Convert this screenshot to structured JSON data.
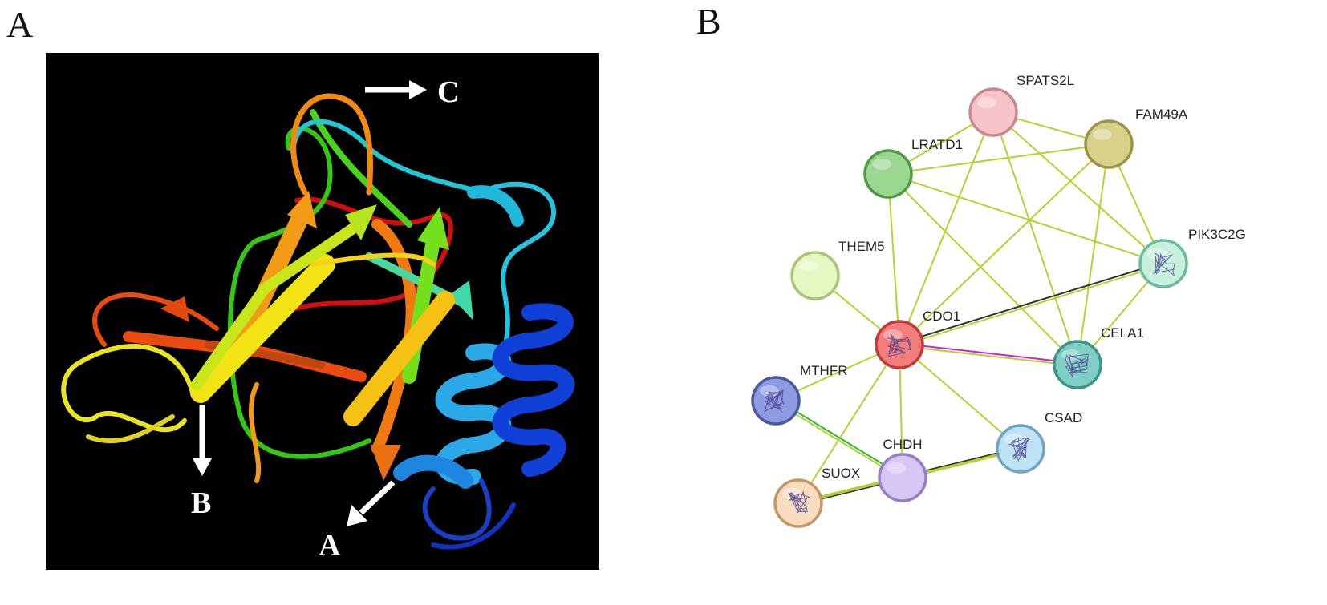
{
  "panels": {
    "a_label": "A",
    "b_label": "B"
  },
  "structure": {
    "arrows": {
      "a": "A",
      "b": "B",
      "c": "C"
    }
  },
  "network": {
    "nodes": [
      {
        "id": "SPATS2L",
        "label": "SPATS2L",
        "fill": "#f7c5c9",
        "stroke": "#c98790",
        "structure": false
      },
      {
        "id": "FAM49A",
        "label": "FAM49A",
        "fill": "#d9d18a",
        "stroke": "#9c9446",
        "structure": false
      },
      {
        "id": "LRATD1",
        "label": "LRATD1",
        "fill": "#9ad88f",
        "stroke": "#4f9a45",
        "structure": false
      },
      {
        "id": "PIK3C2G",
        "label": "PIK3C2G",
        "fill": "#c6f1dc",
        "stroke": "#6dbb98",
        "structure": true
      },
      {
        "id": "THEM5",
        "label": "THEM5",
        "fill": "#e6f7c2",
        "stroke": "#a8c47a",
        "structure": false
      },
      {
        "id": "CDO1",
        "label": "CDO1",
        "fill": "#f27d7d",
        "stroke": "#c43a3a",
        "structure": true
      },
      {
        "id": "CELA1",
        "label": "CELA1",
        "fill": "#7fcfc4",
        "stroke": "#3d958a",
        "structure": true
      },
      {
        "id": "MTHFR",
        "label": "MTHFR",
        "fill": "#8e9be0",
        "stroke": "#4b59a3",
        "structure": true
      },
      {
        "id": "CSAD",
        "label": "CSAD",
        "fill": "#bfe3f5",
        "stroke": "#6ea6c4",
        "structure": true
      },
      {
        "id": "CHDH",
        "label": "CHDH",
        "fill": "#d8c6f6",
        "stroke": "#9381c4",
        "structure": false
      },
      {
        "id": "SUOX",
        "label": "SUOX",
        "fill": "#f7dcbf",
        "stroke": "#c49765",
        "structure": true
      }
    ],
    "edges": [
      {
        "from": "SPATS2L",
        "to": "LRATD1",
        "colors": [
          "#b3d332"
        ]
      },
      {
        "from": "SPATS2L",
        "to": "FAM49A",
        "colors": [
          "#b3d332"
        ]
      },
      {
        "from": "SPATS2L",
        "to": "PIK3C2G",
        "colors": [
          "#b3d332"
        ]
      },
      {
        "from": "SPATS2L",
        "to": "CELA1",
        "colors": [
          "#b3d332"
        ]
      },
      {
        "from": "SPATS2L",
        "to": "CDO1",
        "colors": [
          "#b3d332"
        ]
      },
      {
        "from": "FAM49A",
        "to": "LRATD1",
        "colors": [
          "#b3d332"
        ]
      },
      {
        "from": "FAM49A",
        "to": "PIK3C2G",
        "colors": [
          "#b3d332"
        ]
      },
      {
        "from": "FAM49A",
        "to": "CELA1",
        "colors": [
          "#b3d332"
        ]
      },
      {
        "from": "FAM49A",
        "to": "CDO1",
        "colors": [
          "#b3d332"
        ]
      },
      {
        "from": "LRATD1",
        "to": "PIK3C2G",
        "colors": [
          "#b3d332"
        ]
      },
      {
        "from": "LRATD1",
        "to": "CELA1",
        "colors": [
          "#b3d332"
        ]
      },
      {
        "from": "LRATD1",
        "to": "CDO1",
        "colors": [
          "#b3d332"
        ]
      },
      {
        "from": "PIK3C2G",
        "to": "CELA1",
        "colors": [
          "#b3d332"
        ]
      },
      {
        "from": "PIK3C2G",
        "to": "CDO1",
        "colors": [
          "#b3d332",
          "#333333"
        ]
      },
      {
        "from": "THEM5",
        "to": "CDO1",
        "colors": [
          "#b3d332"
        ]
      },
      {
        "from": "CDO1",
        "to": "CELA1",
        "colors": [
          "#d21fcb",
          "#b3d332"
        ]
      },
      {
        "from": "CDO1",
        "to": "MTHFR",
        "colors": [
          "#b3d332"
        ]
      },
      {
        "from": "CDO1",
        "to": "CSAD",
        "colors": [
          "#b3d332"
        ]
      },
      {
        "from": "CDO1",
        "to": "CHDH",
        "colors": [
          "#b3d332"
        ]
      },
      {
        "from": "CDO1",
        "to": "SUOX",
        "colors": [
          "#b3d332"
        ]
      },
      {
        "from": "MTHFR",
        "to": "CHDH",
        "colors": [
          "#2db82d",
          "#b3d332"
        ]
      },
      {
        "from": "CHDH",
        "to": "CSAD",
        "colors": [
          "#333333",
          "#b3d332"
        ]
      },
      {
        "from": "CHDH",
        "to": "SUOX",
        "colors": [
          "#333333",
          "#b3d332"
        ]
      },
      {
        "from": "SUOX",
        "to": "CSAD",
        "colors": [
          "#b3d332"
        ]
      }
    ]
  }
}
